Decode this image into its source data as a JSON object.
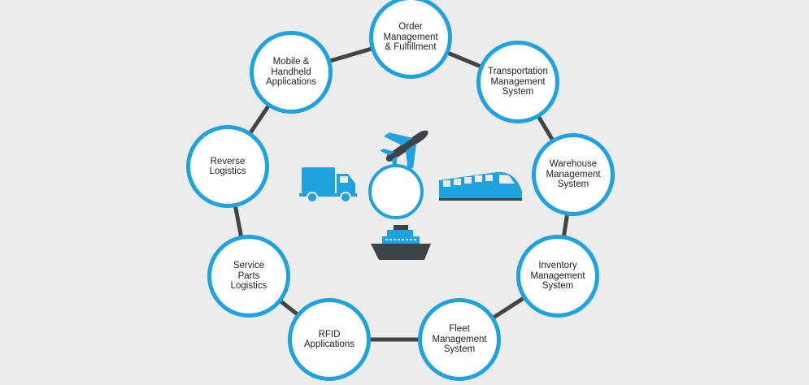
{
  "colors": {
    "ring": "#444444",
    "accent": "#1fa3e0",
    "dark": "#3e4347",
    "truck_cargo": "#f4b13e"
  },
  "nodes": [
    {
      "id": "order",
      "label": "Order\nManagement\n& Fulfillment"
    },
    {
      "id": "transport",
      "label": "Transportation\nManagement\nSystem"
    },
    {
      "id": "warehouse",
      "label": "Warehouse\nManagement\nSystem"
    },
    {
      "id": "inventory",
      "label": "Inventory\nManagement\nSystem"
    },
    {
      "id": "fleet",
      "label": "Fleet\nManagement\nSystem"
    },
    {
      "id": "rfid",
      "label": "RFID\nApplications"
    },
    {
      "id": "service",
      "label": "Service\nParts\nLogistics"
    },
    {
      "id": "reverse",
      "label": "Reverse\nLogistics"
    },
    {
      "id": "mobile",
      "label": "Mobile &\nHandheld\nApplications"
    }
  ],
  "center_icons": [
    "airplane-icon",
    "truck-icon",
    "delivery-van-icon",
    "train-icon",
    "ship-icon"
  ]
}
